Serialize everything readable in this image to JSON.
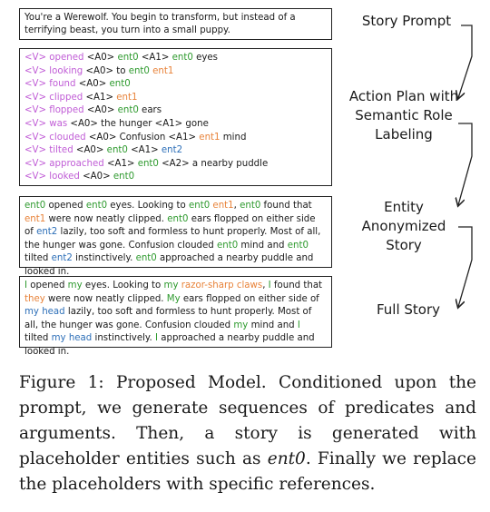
{
  "prompt_box": {
    "text": "You're a Werewolf. You begin to transform, but instead of a terrifying beast, you turn into a small puppy."
  },
  "plan_box": {
    "lines": [
      [
        {
          "t": "<V> opened",
          "c": "v"
        },
        {
          "t": " <A0> ",
          "c": ""
        },
        {
          "t": "ent0",
          "c": "e0"
        },
        {
          "t": " <A1> ",
          "c": ""
        },
        {
          "t": "ent0",
          "c": "e0"
        },
        {
          "t": " eyes",
          "c": ""
        }
      ],
      [
        {
          "t": "<V> looking",
          "c": "v"
        },
        {
          "t": " <A0> ",
          "c": ""
        },
        {
          "t": "to ",
          "c": ""
        },
        {
          "t": "ent0",
          "c": "e0"
        },
        {
          "t": " ",
          "c": ""
        },
        {
          "t": "ent1",
          "c": "e1"
        }
      ],
      [
        {
          "t": "<V> found",
          "c": "v"
        },
        {
          "t": " <A0> ",
          "c": ""
        },
        {
          "t": "ent0",
          "c": "e0"
        }
      ],
      [
        {
          "t": "<V> clipped",
          "c": "v"
        },
        {
          "t": " <A1> ",
          "c": ""
        },
        {
          "t": "ent1",
          "c": "e1"
        }
      ],
      [
        {
          "t": "<V> flopped",
          "c": "v"
        },
        {
          "t": " <A0> ",
          "c": ""
        },
        {
          "t": "ent0",
          "c": "e0"
        },
        {
          "t": " ears",
          "c": ""
        }
      ],
      [
        {
          "t": "<V> was",
          "c": "v"
        },
        {
          "t": " <A0> the hunger <A1> gone",
          "c": ""
        }
      ],
      [
        {
          "t": "<V> clouded",
          "c": "v"
        },
        {
          "t": " <A0> Confusion <A1> ",
          "c": ""
        },
        {
          "t": "ent1",
          "c": "e1"
        },
        {
          "t": " mind",
          "c": ""
        }
      ],
      [
        {
          "t": "<V> tilted",
          "c": "v"
        },
        {
          "t": " <A0> ",
          "c": ""
        },
        {
          "t": "ent0",
          "c": "e0"
        },
        {
          "t": " <A1> ",
          "c": ""
        },
        {
          "t": "ent2",
          "c": "e2"
        }
      ],
      [
        {
          "t": "<V> approached",
          "c": "v"
        },
        {
          "t": " <A1> ",
          "c": ""
        },
        {
          "t": "ent0",
          "c": "e0"
        },
        {
          "t": " <A2> a nearby puddle",
          "c": ""
        }
      ],
      [
        {
          "t": "<V> looked",
          "c": "v"
        },
        {
          "t": " <A0> ",
          "c": ""
        },
        {
          "t": "ent0",
          "c": "e0"
        }
      ]
    ]
  },
  "anon_box": {
    "segments": [
      {
        "t": "ent0",
        "c": "e0"
      },
      {
        "t": " opened ",
        "c": ""
      },
      {
        "t": "ent0",
        "c": "e0"
      },
      {
        "t": " eyes. Looking to ",
        "c": ""
      },
      {
        "t": "ent0",
        "c": "e0"
      },
      {
        "t": " ",
        "c": ""
      },
      {
        "t": "ent1",
        "c": "e1"
      },
      {
        "t": ", ",
        "c": ""
      },
      {
        "t": "ent0",
        "c": "e0"
      },
      {
        "t": " found that ",
        "c": ""
      },
      {
        "t": "ent1",
        "c": "e1"
      },
      {
        "t": " were now neatly clipped. ",
        "c": ""
      },
      {
        "t": "ent0",
        "c": "e0"
      },
      {
        "t": " ears flopped on either side of ",
        "c": ""
      },
      {
        "t": "ent2",
        "c": "e2"
      },
      {
        "t": " lazily, too soft and formless to hunt properly. Most of all, the hunger was gone. Confusion clouded ",
        "c": ""
      },
      {
        "t": "ent0",
        "c": "e0"
      },
      {
        "t": " mind and ",
        "c": ""
      },
      {
        "t": "ent0",
        "c": "e0"
      },
      {
        "t": " tilted ",
        "c": ""
      },
      {
        "t": "ent2",
        "c": "e2"
      },
      {
        "t": " instinctively. ",
        "c": ""
      },
      {
        "t": "ent0",
        "c": "e0"
      },
      {
        "t": " approached a nearby puddle and looked in.",
        "c": ""
      }
    ]
  },
  "full_box": {
    "segments": [
      {
        "t": "I",
        "c": "e0"
      },
      {
        "t": " opened ",
        "c": ""
      },
      {
        "t": "my",
        "c": "e0"
      },
      {
        "t": " eyes. Looking to ",
        "c": ""
      },
      {
        "t": "my",
        "c": "e0"
      },
      {
        "t": " ",
        "c": ""
      },
      {
        "t": "razor-sharp claws",
        "c": "e1"
      },
      {
        "t": ", ",
        "c": ""
      },
      {
        "t": "I",
        "c": "e0"
      },
      {
        "t": " found that ",
        "c": ""
      },
      {
        "t": "they",
        "c": "e1"
      },
      {
        "t": " were now neatly clipped. ",
        "c": ""
      },
      {
        "t": "My",
        "c": "e0"
      },
      {
        "t": " ears flopped on either side of ",
        "c": ""
      },
      {
        "t": "my head",
        "c": "e2"
      },
      {
        "t": " lazily, too soft and formless to hunt properly. Most of all, the hunger was gone. Confusion clouded ",
        "c": ""
      },
      {
        "t": "my",
        "c": "e0"
      },
      {
        "t": " mind and ",
        "c": ""
      },
      {
        "t": "I",
        "c": "e0"
      },
      {
        "t": " tilted ",
        "c": ""
      },
      {
        "t": "my head",
        "c": "e2"
      },
      {
        "t": " instinctively. ",
        "c": ""
      },
      {
        "t": "I",
        "c": "e0"
      },
      {
        "t": " approached a nearby puddle and looked in.",
        "c": ""
      }
    ]
  },
  "labels": {
    "story_prompt": "Story Prompt",
    "action_plan_1": "Action Plan with",
    "action_plan_2": "Semantic Role",
    "action_plan_3": "Labeling",
    "entity_1": "Entity",
    "entity_2": "Anonymized",
    "entity_3": "Story",
    "full_story": "Full Story"
  },
  "caption": {
    "prefix": "Figure 1: Proposed Model.  Conditioned upon the prompt, we generate sequences of predicates and arguments. Then, a story is generated with placeholder entities such as ",
    "italic": "ent0",
    "suffix": ". Finally we replace the placeholders with specific references."
  },
  "colors": {
    "verb": "#c05cd6",
    "ent0": "#2e9a2e",
    "ent1": "#e8833a",
    "ent2": "#2d6fb8"
  }
}
